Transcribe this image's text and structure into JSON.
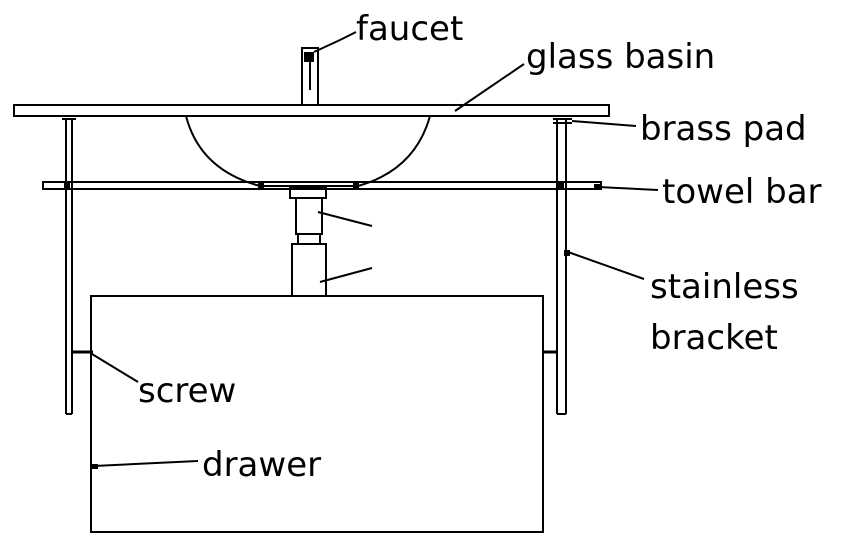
{
  "labels": {
    "faucet": "faucet",
    "glass_basin": "glass basin",
    "brass_pad": "brass pad",
    "towel_bar": "towel bar",
    "stainless_line1": "stainless",
    "stainless_line2": "bracket",
    "screw": "screw",
    "drawer": "drawer"
  },
  "colors": {
    "line": "#000000",
    "background": "#ffffff"
  }
}
